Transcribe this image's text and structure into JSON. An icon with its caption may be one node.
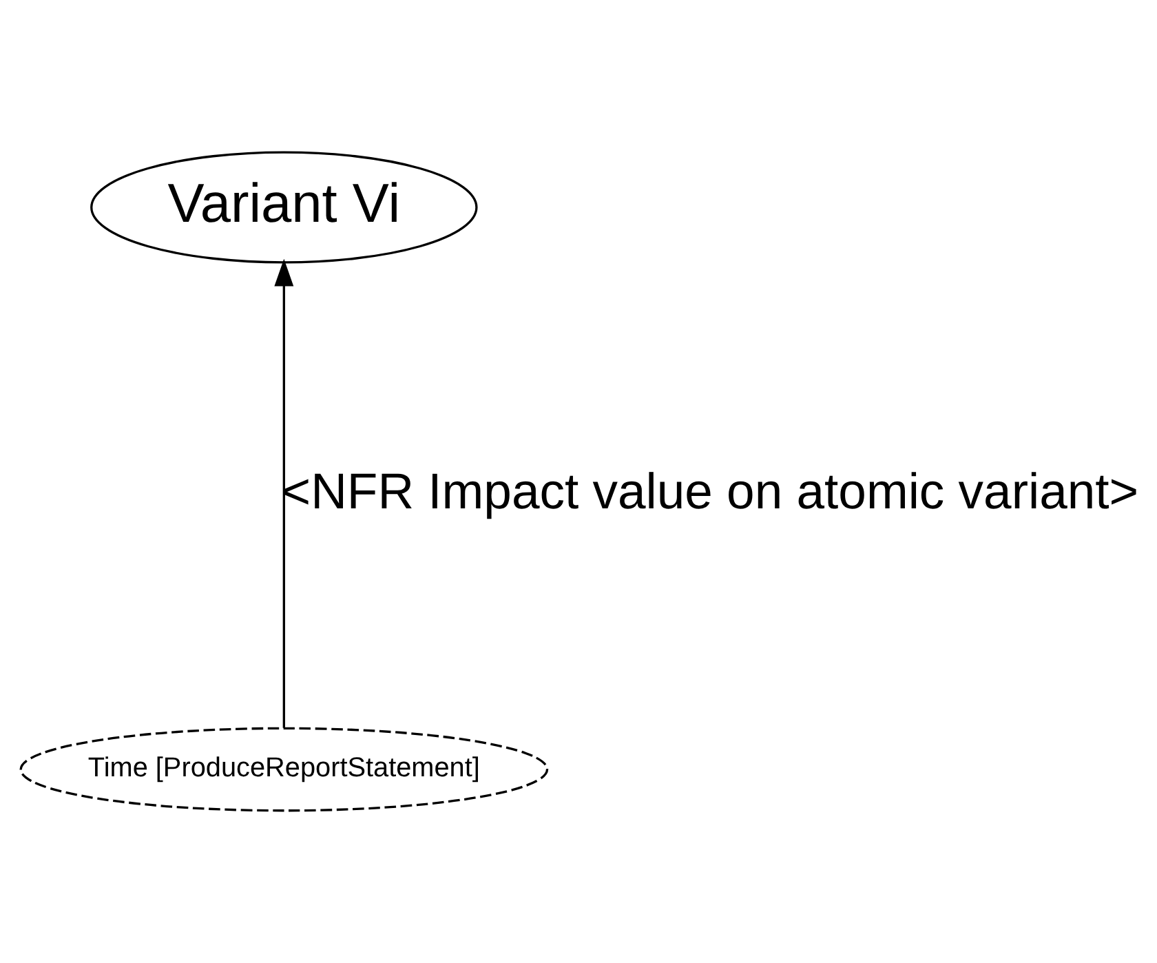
{
  "diagram": {
    "nodes": [
      {
        "text": [
          "Variant Vi"
        ]
      },
      {
        "text": [
          "Time [ProduceReportStatement]"
        ]
      }
    ],
    "edges": [
      {
        "from": 1,
        "to": 0,
        "arrow": "to",
        "label": "<NFR Impact value on atomic variant>"
      }
    ]
  }
}
